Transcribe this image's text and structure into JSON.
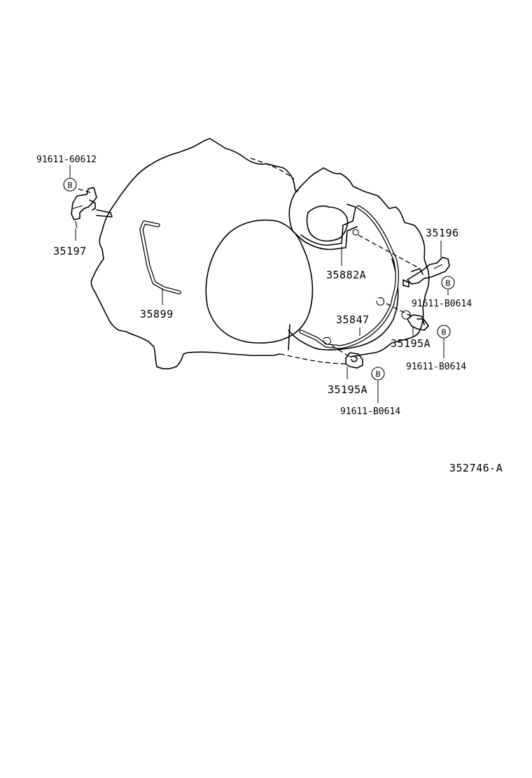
{
  "parts": {
    "bolt_top_left": "91611-60612",
    "clamp_left": "35197",
    "tube_left": "35899",
    "bracket_center": "35882A",
    "clamp_right": "35196",
    "bolt_right_upper": "91611-B0614",
    "tube_lower": "35847",
    "clamp_right_lower": "35195A",
    "bolt_right_lower": "91611-B0614",
    "clamp_bottom": "35195A",
    "bolt_bottom": "91611-B0614"
  },
  "marker": "B",
  "reference_number": "352746-A"
}
